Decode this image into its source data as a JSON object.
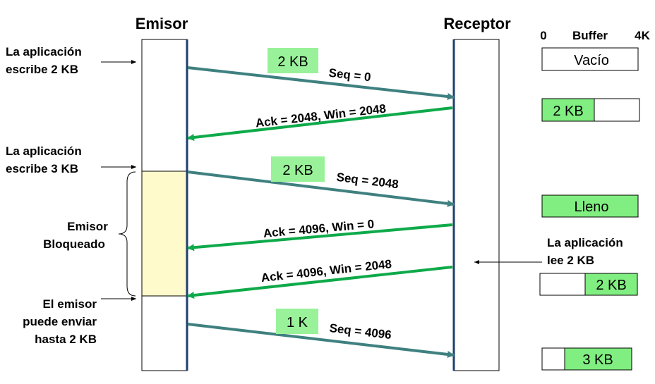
{
  "header": {
    "sender": "Emisor",
    "receiver": "Receptor",
    "buffer_min": "0",
    "buffer_label": "Buffer",
    "buffer_max": "4K"
  },
  "notes": {
    "write1_l1": "La aplicación",
    "write1_l2": "escribe 2 KB",
    "write2_l1": "La aplicación",
    "write2_l2": "escribe 3 KB",
    "blocked_l1": "Emisor",
    "blocked_l2": "Bloqueado",
    "canSend_l1": "El emisor",
    "canSend_l2": "puede enviar",
    "canSend_l3": "hasta 2 KB",
    "read_l1": "La aplicación",
    "read_l2": "lee 2 KB"
  },
  "messages": {
    "m1_tag": "2 KB",
    "m1_label": "Seq = 0",
    "m2_label": "Ack = 2048, Win = 2048",
    "m3_tag": "2 KB",
    "m3_label": "Seq = 2048",
    "m4_label": "Ack = 4096, Win = 0",
    "m5_label": "Ack = 4096, Win = 2048",
    "m6_tag": "1 K",
    "m6_label": "Seq = 4096"
  },
  "buffers": {
    "b1": "Vacío",
    "b2": "2 KB",
    "b3": "Lleno",
    "b4": "2 KB",
    "b5": "3 KB"
  },
  "colors": {
    "data_arrow": "#3f8080",
    "ack_arrow": "#0eaa4a",
    "tag_fill": "#99f299",
    "buffer_fill": "#80ee80",
    "timeline": "#1f3f6f",
    "blocked_fill": "#fffacc"
  }
}
